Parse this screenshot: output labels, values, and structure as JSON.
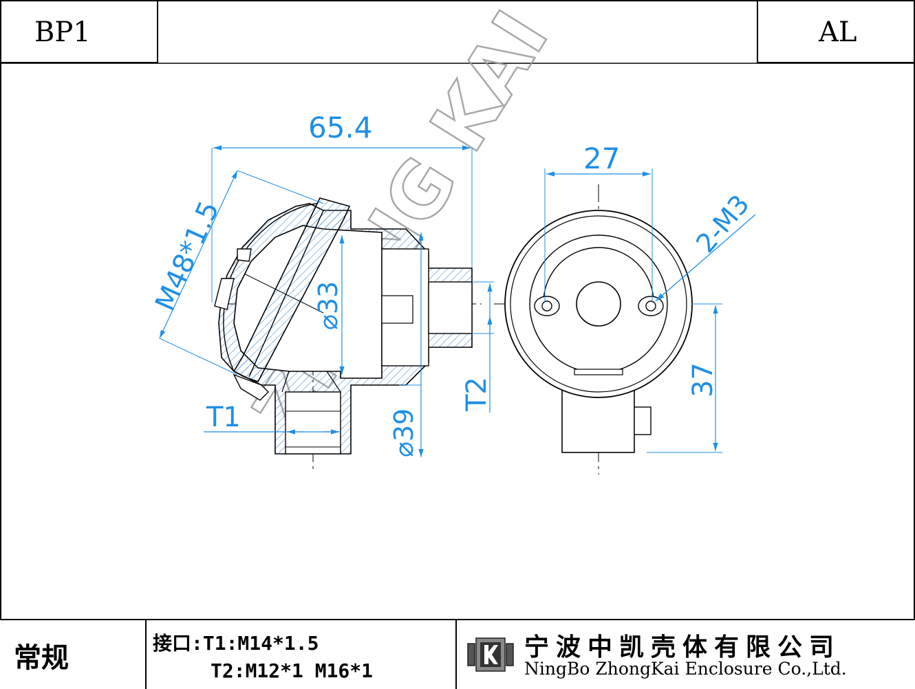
{
  "header": {
    "model_code": "BP1",
    "material": "AL"
  },
  "drawing": {
    "watermark": "ZHONG KAI",
    "dimensions": {
      "width_overall": "65.4",
      "cover_thread": "M48*1.5",
      "inner_dia": "⌀33",
      "outer_dia": "⌀39",
      "port_t1": "T1",
      "port_t2": "T2",
      "mount_spacing": "27",
      "mount_holes": "2-M3",
      "neck_height": "37"
    },
    "colors": {
      "dimension": "#1f8fe6",
      "line": "#000000",
      "hatch": "#4a90d9"
    }
  },
  "footer": {
    "category": "常规",
    "interface_label": "接口:T1:M14*1.5",
    "interface_t2": "T2:M12*1 M16*1",
    "company_cn": "宁波中凯壳体有限公司",
    "company_en": "NingBo ZhongKai Enclosure Co.,Ltd."
  }
}
